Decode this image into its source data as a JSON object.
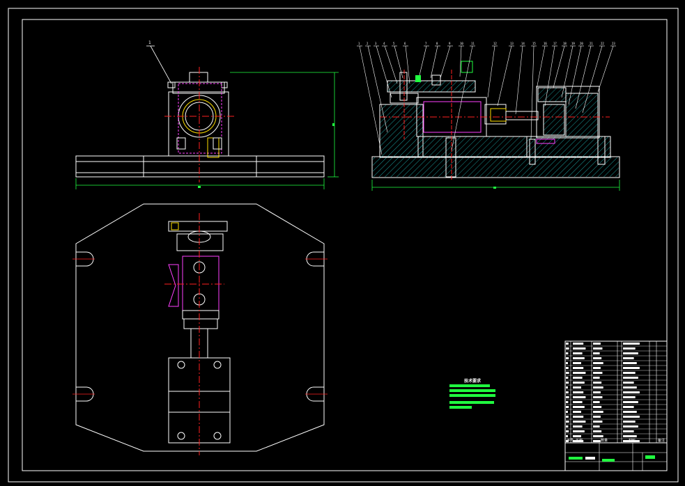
{
  "sheet": {
    "background": "#000000",
    "line_color": "#ffffff",
    "centerline_color": "#ff2020",
    "dimension_color": "#20ff40",
    "hidden_color": "#ff40ff",
    "hatch_color": "#20c0c0",
    "accent_yellow": "#ffe000"
  },
  "side_view": {
    "balloon_label": "1"
  },
  "section_view": {
    "balloon_labels": [
      "1",
      "2",
      "3",
      "4",
      "5",
      "6",
      "7",
      "8",
      "9",
      "10",
      "11",
      "12",
      "13",
      "14",
      "15",
      "16",
      "17",
      "18",
      "19",
      "20",
      "21",
      "22",
      "23"
    ]
  },
  "technical_notes": {
    "title": "技术要求"
  },
  "title_block": {
    "footer_headers": [
      "序号",
      "名称",
      "数量",
      "材料",
      "备注"
    ]
  }
}
